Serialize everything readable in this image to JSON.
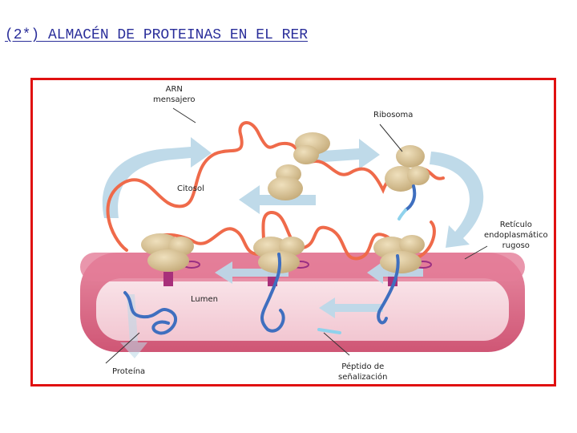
{
  "title": "(2*) ALMACÉN DE PROTEINAS EN EL RER",
  "labels": {
    "arn_line1": "ARN",
    "arn_line2": "mensajero",
    "ribosoma": "Ribosoma",
    "citosol": "Citosol",
    "reticulo_line1": "Retículo",
    "reticulo_line2": "endoplasmático",
    "reticulo_line3": "rugoso",
    "lumen": "Lumen",
    "proteina": "Proteína",
    "peptido_line1": "Péptido de",
    "peptido_line2": "señalización"
  },
  "colors": {
    "frame": "#e01010",
    "title": "#2a2e9a",
    "mrna": "#ef6a4a",
    "ribosome": "#d9c49a",
    "er_membrane": "#d9607f",
    "er_lumen": "#f6d4dc",
    "protein": "#3f6fbf",
    "arrow": "#bcd9e8",
    "signal_peptide": "#8fd2ec"
  }
}
